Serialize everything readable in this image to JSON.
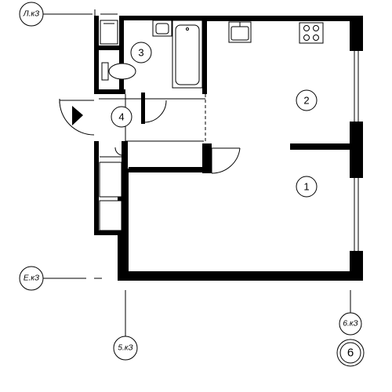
{
  "rooms": [
    {
      "number": "1"
    },
    {
      "number": "2"
    },
    {
      "number": "3"
    },
    {
      "number": "4"
    }
  ],
  "axes": {
    "l_k3": "Л.кЗ",
    "e_k3": "Е.кЗ",
    "five_k3": "5.кЗ",
    "six_k3": "6.кЗ",
    "six": "6"
  }
}
